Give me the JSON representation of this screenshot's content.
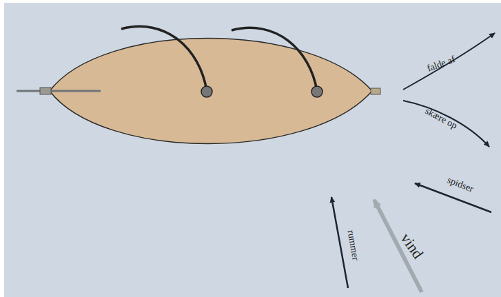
{
  "diagram": {
    "labels": [
      "falde af",
      "skære op",
      "spidser",
      "vind",
      "rummer"
    ]
  }
}
